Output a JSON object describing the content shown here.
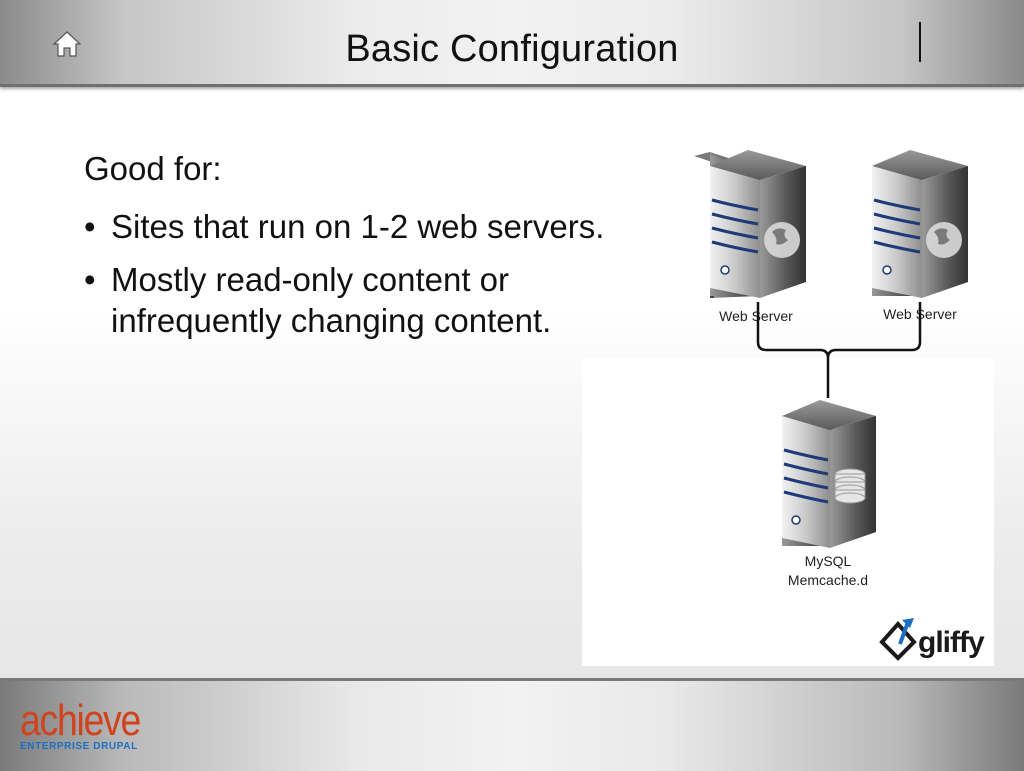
{
  "header": {
    "title": "Basic Configuration",
    "home_icon": "home-icon"
  },
  "content": {
    "intro": "Good for:",
    "bullets": [
      "Sites that run on 1-2 web servers.",
      "Mostly read-only content or infrequently changing content."
    ]
  },
  "diagram": {
    "web_servers": [
      {
        "label": "Web Server"
      },
      {
        "label": "Web Server"
      }
    ],
    "db_server": {
      "label_line1": "MySQL",
      "label_line2": "Memcache.d"
    },
    "brand": "gliffy"
  },
  "footer": {
    "logo_main": "achieve",
    "logo_sub": "ENTERPRISE DRUPAL"
  },
  "colors": {
    "logo": "#d0431d",
    "logo_sub": "#1b6ec2",
    "server_stripe": "#1e3a78"
  }
}
